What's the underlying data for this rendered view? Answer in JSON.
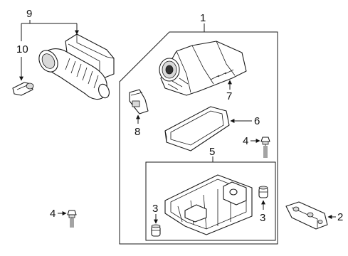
{
  "callouts": {
    "c1": "1",
    "c2": "2",
    "c3a": "3",
    "c3b": "3",
    "c4a": "4",
    "c4b": "4",
    "c5": "5",
    "c6": "6",
    "c7": "7",
    "c8": "8",
    "c9": "9",
    "c10": "10"
  }
}
